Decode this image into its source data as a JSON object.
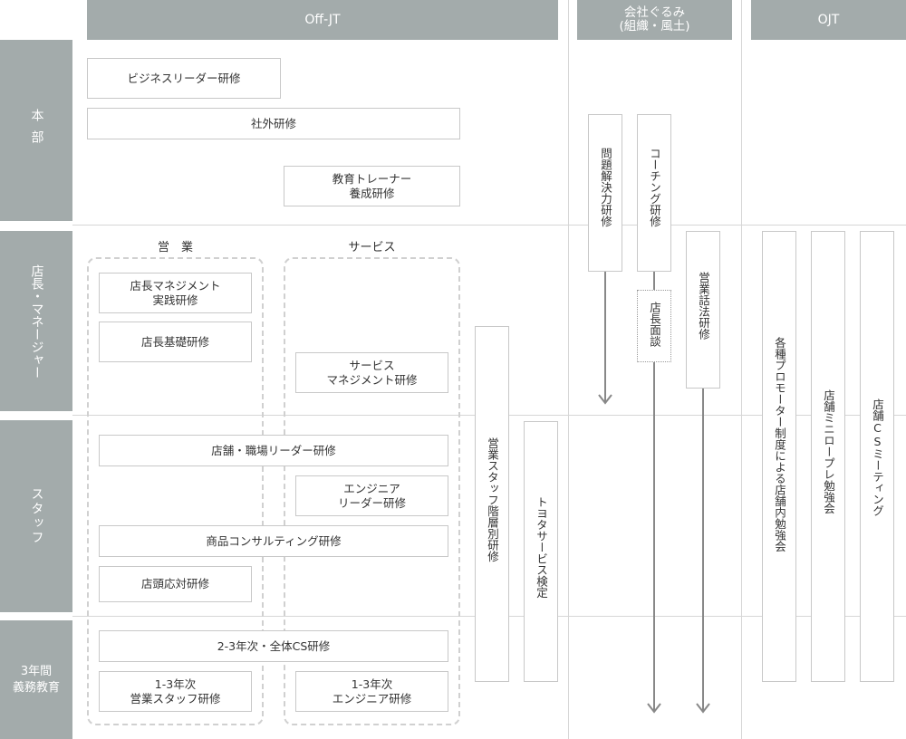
{
  "headers": {
    "offjt": "Off-JT",
    "company": "会社ぐるみ\n(組織・風土)",
    "ojt": "OJT"
  },
  "rows": {
    "honbu": "本部",
    "tencho": "店長・マネージャー",
    "staff": "スタッフ",
    "sannen": "3年間\n義務教育"
  },
  "subheaders": {
    "eigyo": "営　業",
    "service": "サービス"
  },
  "boxes": {
    "business_leader": "ビジネスリーダー研修",
    "shagai": "社外研修",
    "trainer": "教育トレーナー\n養成研修",
    "tencho_mgmt": "店長マネジメント\n実践研修",
    "tencho_kiso": "店長基礎研修",
    "service_mgmt": "サービス\nマネジメント研修",
    "tenpo_leader": "店舗・職場リーダー研修",
    "engineer_leader": "エンジニア\nリーダー研修",
    "shohin": "商品コンサルティング研修",
    "tento": "店頭応対研修",
    "cs_2_3": "2-3年次・全体CS研修",
    "eigyo_1_3": "1-3年次\n営業スタッフ研修",
    "engineer_1_3": "1-3年次\nエンジニア研修"
  },
  "vertical_boxes": {
    "eigyo_kaiso": "営業スタッフ階層別研修",
    "toyota_kentei": "トヨタサービス検定",
    "mondai": "問題解決力研修",
    "coaching": "コーチング研修",
    "mendan": "店長面談",
    "wahou": "営業話法研修",
    "promoter": "各種プロモーター制度による店舗内勉強会",
    "miniro": "店舗ミニロープレ勉強会",
    "cs_meeting": "店舗CSミーティング"
  }
}
